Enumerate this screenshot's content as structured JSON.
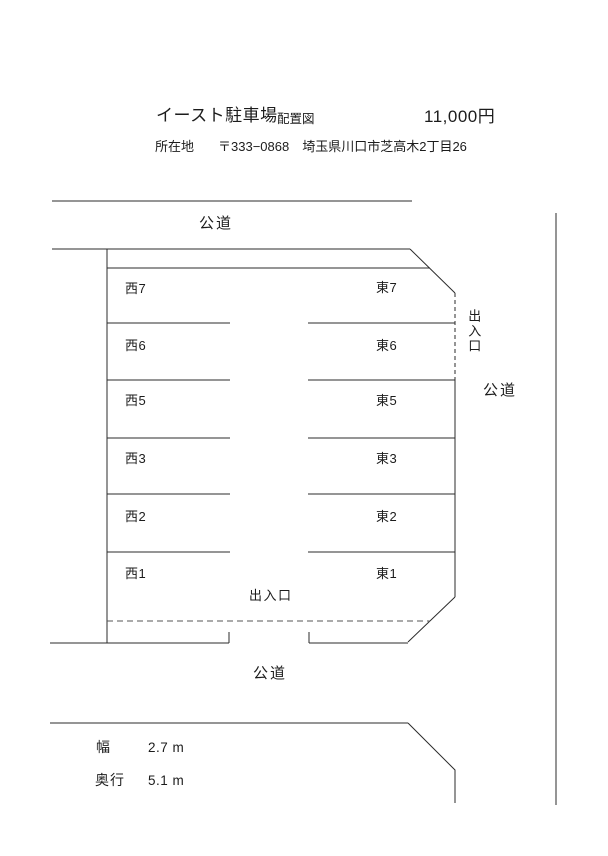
{
  "header": {
    "title": "イースト駐車場",
    "subtitle": "配置図",
    "price": "11,000円",
    "location_label": "所在地",
    "postal_code": "〒333−0868",
    "address": "埼玉県川口市芝高木2丁目26"
  },
  "diagram": {
    "road_label_top": "公道",
    "road_label_right": "公道",
    "road_label_bottom": "公道",
    "entrance_label_right": "出入口",
    "entrance_label_bottom": "出入口",
    "stalls": {
      "west": [
        "西7",
        "西6",
        "西5",
        "西3",
        "西2",
        "西1"
      ],
      "east": [
        "東7",
        "東6",
        "東5",
        "東3",
        "東2",
        "東1"
      ]
    }
  },
  "dimensions": {
    "width_label": "幅",
    "width_value": "2.7 m",
    "depth_label": "奥行",
    "depth_value": "5.1 m"
  },
  "colors": {
    "line": "#2b2b2b",
    "dashed_line": "#555555",
    "paper": "#ffffff"
  }
}
